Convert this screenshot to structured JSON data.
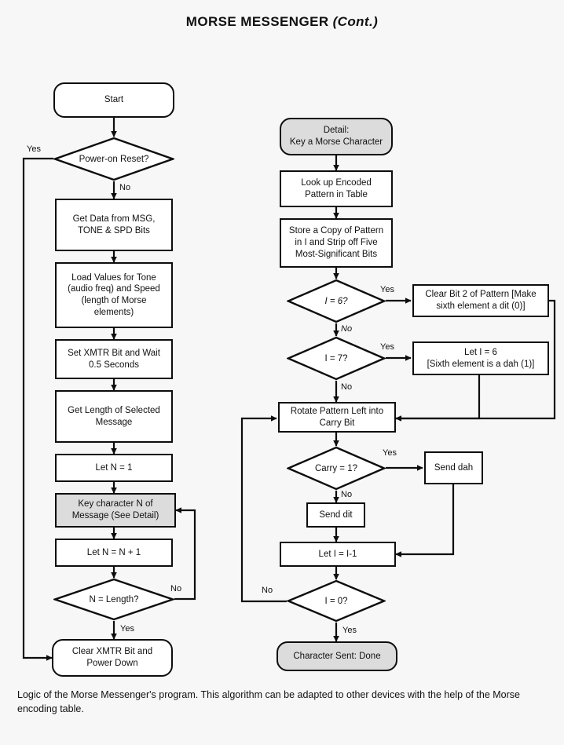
{
  "title": {
    "main": "MORSE MESSENGER ",
    "cont": "(Cont.)"
  },
  "caption": "Logic of the Morse Messenger's program. This algorithm can be adapted to other devices with the help of the Morse encoding table.",
  "colors": {
    "page_background": "#f7f7f7",
    "node_fill": "#ffffff",
    "shaded_fill": "#dcdcdc",
    "stroke": "#0d0d0d",
    "text": "#111111"
  },
  "left_flow": {
    "nodes": [
      {
        "id": "start",
        "shape": "terminator",
        "label": "Start"
      },
      {
        "id": "power_reset",
        "shape": "decision",
        "label": "Power-on Reset?"
      },
      {
        "id": "get_data",
        "shape": "process",
        "label": "Get Data from MSG,\nTONE & SPD Bits"
      },
      {
        "id": "load_values",
        "shape": "process",
        "label": "Load Values for Tone\n(audio freq) and Speed\n(length of Morse\nelements)"
      },
      {
        "id": "set_xmtr",
        "shape": "process",
        "label": "Set XMTR Bit and Wait\n0.5 Seconds"
      },
      {
        "id": "get_length",
        "shape": "process",
        "label": "Get Length of Selected\nMessage"
      },
      {
        "id": "let_n_1",
        "shape": "process",
        "label": "Let N = 1"
      },
      {
        "id": "key_char",
        "shape": "process-shaded",
        "label": "Key character N of\nMessage (See Detail)"
      },
      {
        "id": "let_n_inc",
        "shape": "process",
        "label": "Let N = N + 1"
      },
      {
        "id": "n_eq_length",
        "shape": "decision",
        "label": "N = Length?"
      },
      {
        "id": "clear_xmtr",
        "shape": "terminator",
        "label": "Clear XMTR Bit and\nPower Down"
      }
    ],
    "edge_labels": [
      {
        "id": "reset_yes",
        "text": "Yes"
      },
      {
        "id": "reset_no",
        "text": "No"
      },
      {
        "id": "length_no",
        "text": "No"
      },
      {
        "id": "length_yes",
        "text": "Yes"
      }
    ]
  },
  "right_flow": {
    "nodes": [
      {
        "id": "detail",
        "shape": "terminator-shaded",
        "label": "Detail:\nKey a Morse Character"
      },
      {
        "id": "lookup",
        "shape": "process",
        "label": "Look up Encoded\nPattern in Table"
      },
      {
        "id": "store_copy",
        "shape": "process",
        "label": "Store a Copy of Pattern\nin I and Strip off Five\nMost-Significant Bits"
      },
      {
        "id": "i_eq_6",
        "shape": "decision",
        "label": "I = 6?"
      },
      {
        "id": "clear_bit2",
        "shape": "process",
        "label": "Clear Bit 2 of Pattern [Make\nsixth element a dit (0)]"
      },
      {
        "id": "i_eq_7",
        "shape": "decision",
        "label": "I = 7?"
      },
      {
        "id": "let_i_6",
        "shape": "process",
        "label": "Let I = 6\n[Sixth element is a dah (1)]"
      },
      {
        "id": "rotate",
        "shape": "process",
        "label": "Rotate Pattern Left into\nCarry Bit"
      },
      {
        "id": "carry_eq_1",
        "shape": "decision",
        "label": "Carry = 1?"
      },
      {
        "id": "send_dah",
        "shape": "process",
        "label": "Send dah"
      },
      {
        "id": "send_dit",
        "shape": "process",
        "label": "Send dit"
      },
      {
        "id": "let_i_dec",
        "shape": "process",
        "label": "Let I = I-1"
      },
      {
        "id": "i_eq_0",
        "shape": "decision",
        "label": "I = 0?"
      },
      {
        "id": "char_sent",
        "shape": "terminator-shaded",
        "label": "Character Sent: Done"
      }
    ],
    "edge_labels": [
      {
        "id": "i6_yes",
        "text": "Yes"
      },
      {
        "id": "i6_no",
        "text": "No"
      },
      {
        "id": "i7_yes",
        "text": "Yes"
      },
      {
        "id": "i7_no",
        "text": "No"
      },
      {
        "id": "carry_yes",
        "text": "Yes"
      },
      {
        "id": "carry_no",
        "text": "No"
      },
      {
        "id": "i0_no",
        "text": "No"
      },
      {
        "id": "i0_yes",
        "text": "Yes"
      }
    ]
  }
}
